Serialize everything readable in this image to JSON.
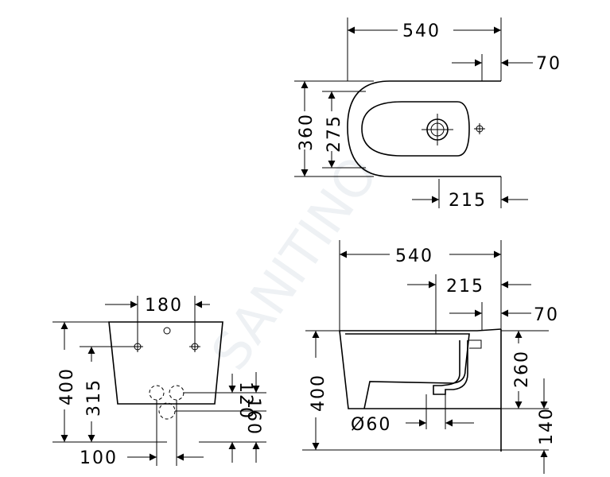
{
  "watermark": {
    "text": "SANITINO",
    "color": "#cfd8e0"
  },
  "top_view": {
    "overall_width": "540",
    "outlet_offset": "70",
    "overall_depth": "360",
    "bowl_depth": "275",
    "tap_hole_offset": "215"
  },
  "front_view": {
    "mount_spacing": "180",
    "height": "400",
    "bolt_height": "315",
    "upper_connection": "120",
    "lower_connection": "160",
    "connection_offset": "100"
  },
  "side_view": {
    "overall_width": "540",
    "tap_hole_offset": "215",
    "outlet_offset": "70",
    "height": "400",
    "rim_to_inlet": "260",
    "outlet_diameter": "Ø60",
    "outlet_height": "140"
  },
  "colors": {
    "line": "#000000",
    "background": "#ffffff"
  }
}
